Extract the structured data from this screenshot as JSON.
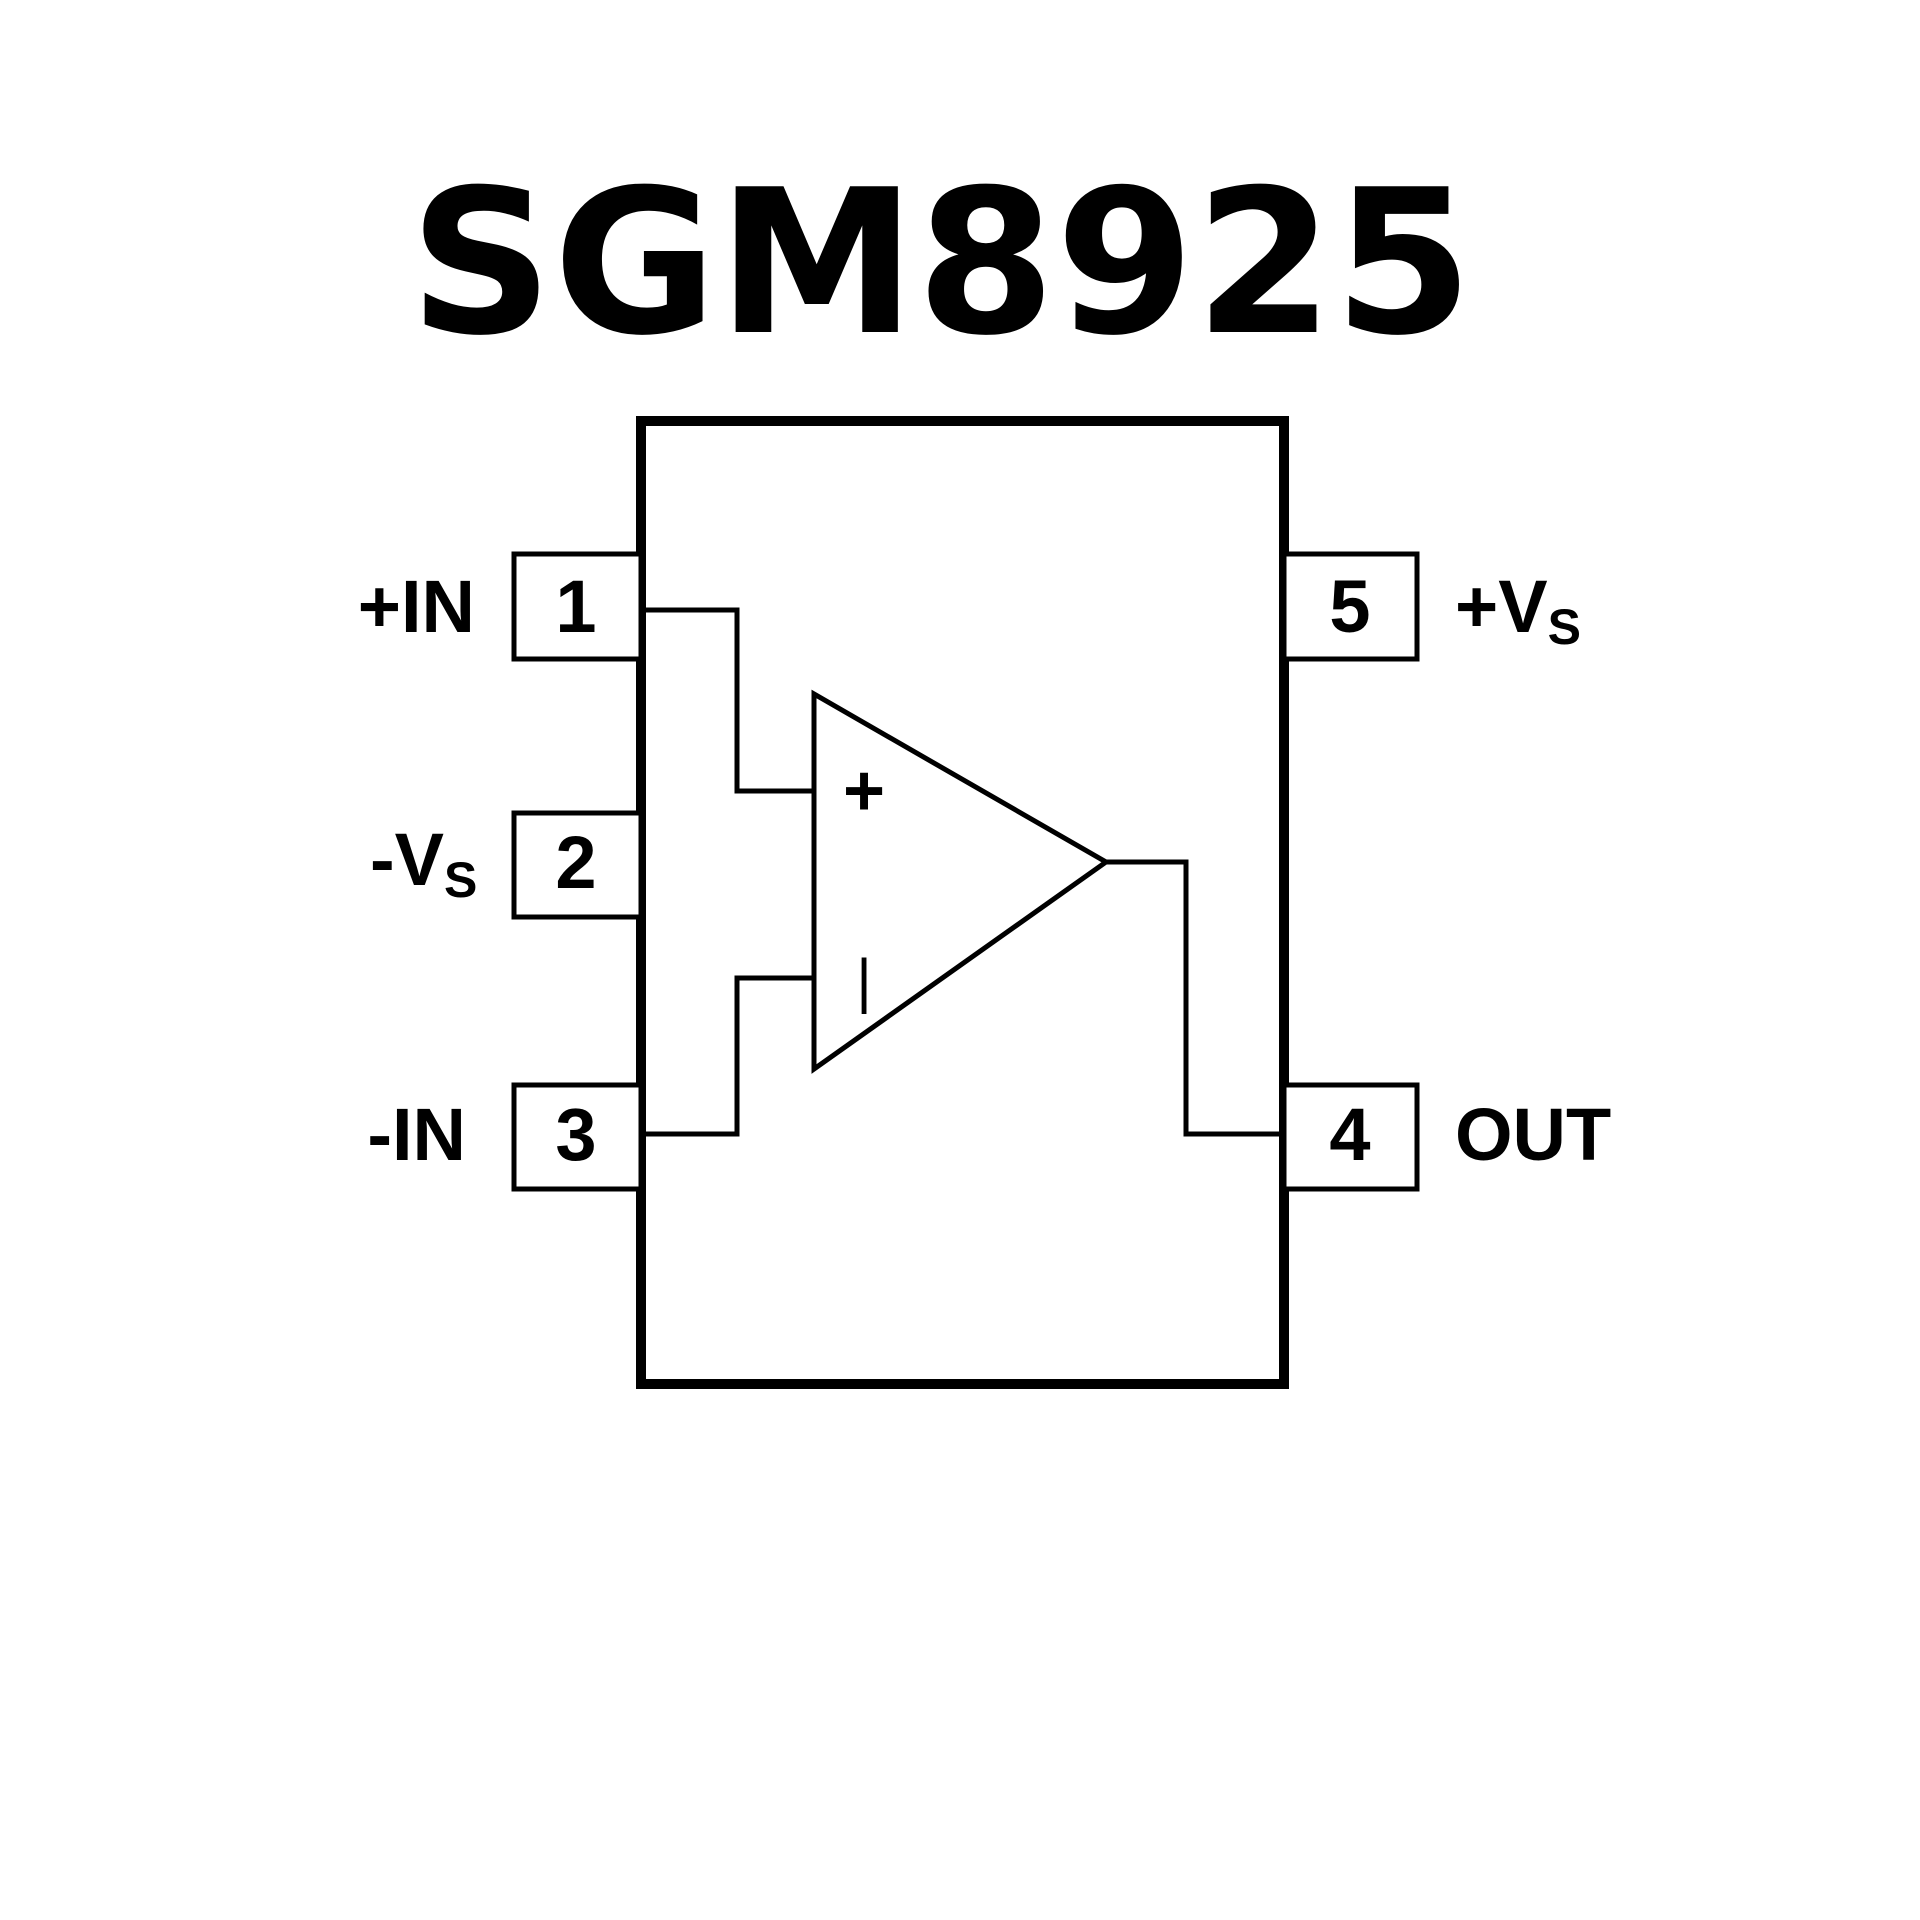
{
  "title": "SGM8925",
  "opamp": {
    "noninverting_sign": "+",
    "inverting_sign": "|"
  },
  "pins": {
    "pin1": {
      "number": "1",
      "name_main": "+IN",
      "name_sub": ""
    },
    "pin2": {
      "number": "2",
      "name_main": "-V",
      "name_sub": "S"
    },
    "pin3": {
      "number": "3",
      "name_main": "-IN",
      "name_sub": ""
    },
    "pin4": {
      "number": "4",
      "name_main": "OUT",
      "name_sub": ""
    },
    "pin5": {
      "number": "5",
      "name_main": "+V",
      "name_sub": "S"
    }
  },
  "colors": {
    "line": "#000000",
    "background": "#ffffff"
  }
}
